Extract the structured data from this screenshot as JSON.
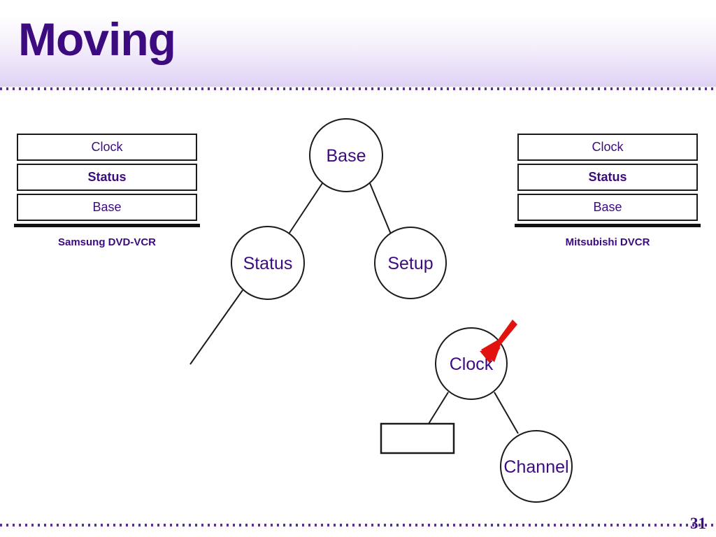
{
  "slide": {
    "title": "Moving",
    "page_number": "31",
    "colors": {
      "title_purple": "#3c0b7f",
      "header_gradient_bottom": "#ded0f3",
      "dot_line": "#5b2d9e",
      "node_stroke": "#1b1b1b",
      "arrow_red": "#e2130f"
    }
  },
  "stacks": [
    {
      "name": "samsung",
      "caption": "Samsung DVD-VCR",
      "rows": [
        {
          "label": "Clock",
          "bold": false
        },
        {
          "label": "Status",
          "bold": true
        },
        {
          "label": "Base",
          "bold": false
        }
      ]
    },
    {
      "name": "mitsubishi",
      "caption": "Mitsubishi DVCR",
      "rows": [
        {
          "label": "Clock",
          "bold": false
        },
        {
          "label": "Status",
          "bold": true
        },
        {
          "label": "Base",
          "bold": false
        }
      ]
    }
  ],
  "diagram": {
    "nodes": {
      "base": "Base",
      "status": "Status",
      "setup": "Setup",
      "clock": "Clock",
      "channel": "Channel",
      "empty_box": ""
    },
    "annotation": {
      "arrow_target": "Clock",
      "arrow_color": "#e2130f"
    }
  }
}
